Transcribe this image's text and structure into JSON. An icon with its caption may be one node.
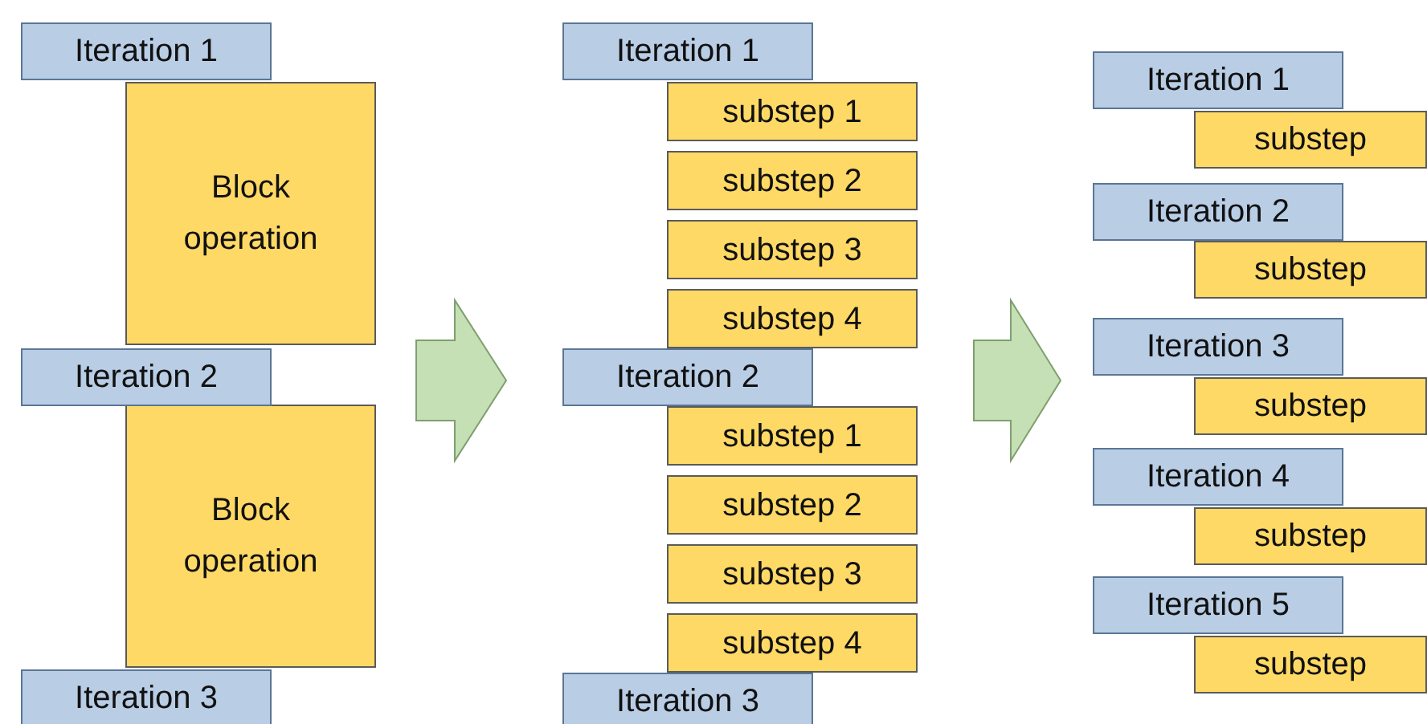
{
  "diagram": {
    "nodes": [
      {
        "text": [
          "Iteration 1"
        ]
      },
      {
        "text": [
          "Block operation"
        ]
      },
      {
        "text": [
          "Iteration 2"
        ]
      },
      {
        "text": [
          "Block operation"
        ]
      },
      {
        "text": [
          "Iteration 3"
        ]
      },
      {
        "text": [
          "Iteration 1"
        ]
      },
      {
        "text": [
          "substep 1"
        ]
      },
      {
        "text": [
          "substep 2"
        ]
      },
      {
        "text": [
          "substep 3"
        ]
      },
      {
        "text": [
          "substep 4"
        ]
      },
      {
        "text": [
          "Iteration 2"
        ]
      },
      {
        "text": [
          "substep 1"
        ]
      },
      {
        "text": [
          "substep 2"
        ]
      },
      {
        "text": [
          "substep 3"
        ]
      },
      {
        "text": [
          "substep 4"
        ]
      },
      {
        "text": [
          "Iteration 3"
        ]
      },
      {
        "text": [
          "Iteration 1"
        ]
      },
      {
        "text": [
          "substep"
        ]
      },
      {
        "text": [
          "Iteration 2"
        ]
      },
      {
        "text": [
          "substep"
        ]
      },
      {
        "text": [
          "Iteration 3"
        ]
      },
      {
        "text": [
          "substep"
        ]
      },
      {
        "text": [
          "Iteration 4"
        ]
      },
      {
        "text": [
          "substep"
        ]
      },
      {
        "text": [
          "Iteration 5"
        ]
      },
      {
        "text": [
          "substep"
        ]
      }
    ]
  }
}
